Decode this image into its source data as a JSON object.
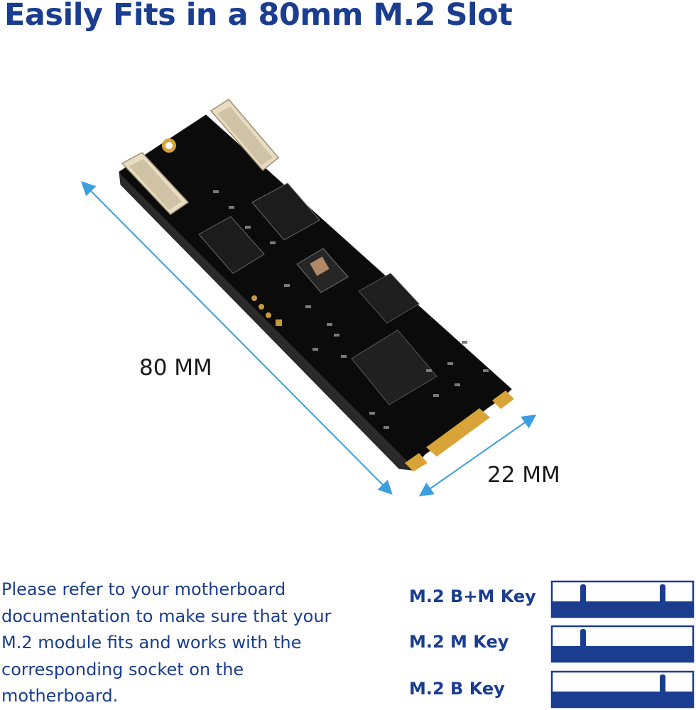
{
  "title": "Easily Fits in a 80mm M.2 Slot",
  "dimensions": {
    "length_label": "80 MM",
    "width_label": "22 MM"
  },
  "module_image": {
    "icon": "m2-expansion-card-image",
    "arrow_color": "#3a9ee0",
    "pcb_color": "#0b0b0b",
    "contact_color": "#d9a437"
  },
  "note": {
    "lines": [
      "Please refer to your motherboard",
      "documentation to make sure that your",
      "M.2 module fits and works with the",
      "corresponding socket on the",
      "motherboard."
    ]
  },
  "keys": [
    {
      "label": "M.2 B+M Key",
      "notches": [
        "B",
        "M"
      ]
    },
    {
      "label": "M.2 M Key",
      "notches": [
        "M"
      ]
    },
    {
      "label": "M.2 B Key",
      "notches": [
        "B"
      ]
    }
  ],
  "colors": {
    "brand_blue": "#1a3d8f"
  }
}
